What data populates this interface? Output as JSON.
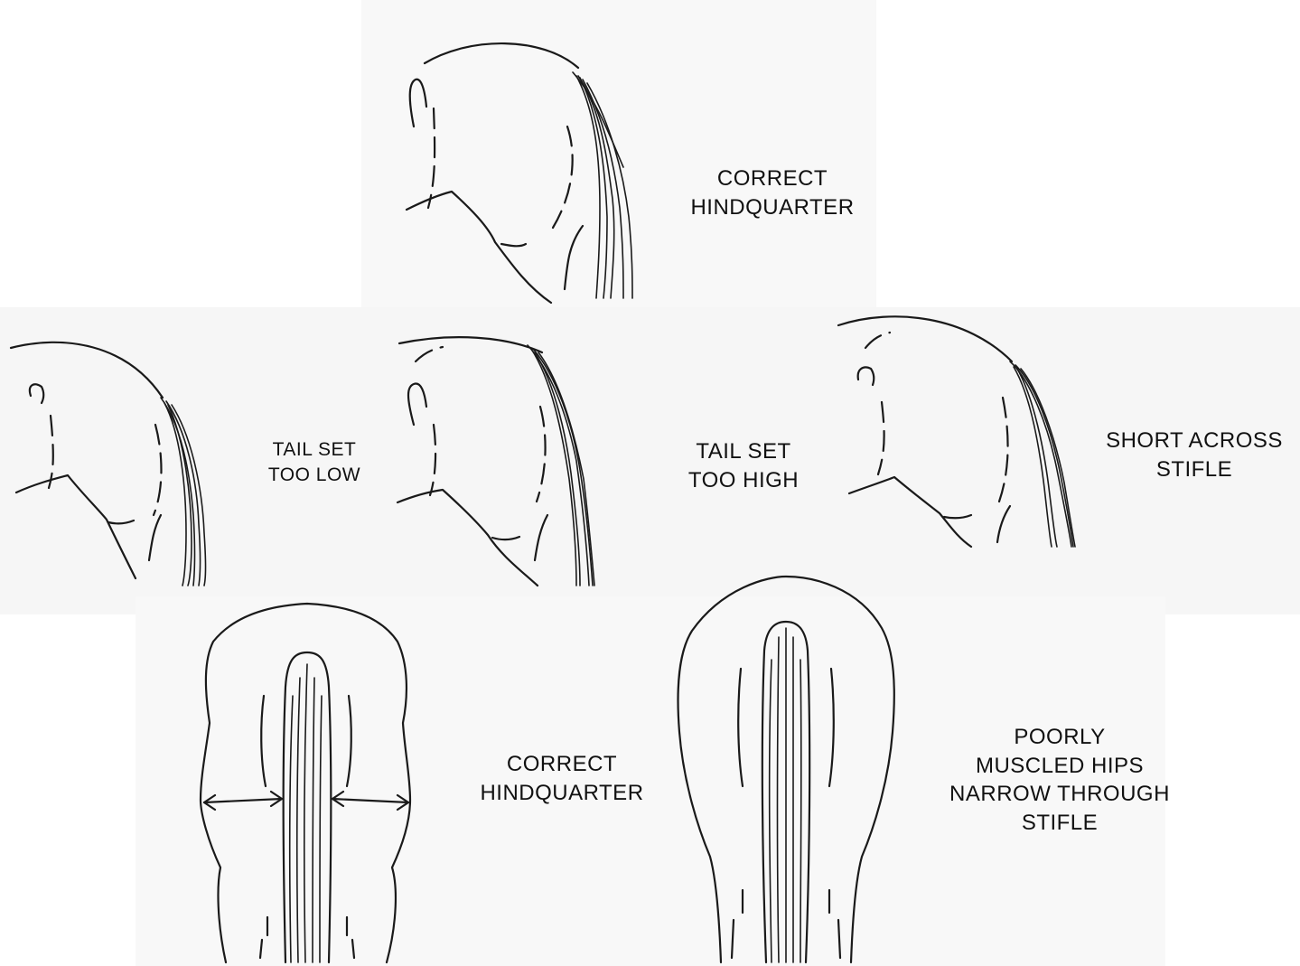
{
  "labels": {
    "correct_side": [
      "CORRECT",
      "HINDQUARTER"
    ],
    "tail_low": [
      "TAIL SET",
      "TOO LOW"
    ],
    "tail_high": [
      "TAIL SET",
      "TOO HIGH"
    ],
    "short_stifle": [
      "SHORT ACROSS",
      "STIFLE"
    ],
    "correct_rear": [
      "CORRECT",
      "HINDQUARTER"
    ],
    "poorly_muscled": [
      "POORLY",
      "MUSCLED HIPS",
      "NARROW THROUGH",
      "STIFLE"
    ]
  },
  "drawings": {
    "correct_side_view": "horse-hindquarter-side-correct",
    "tail_low_view": "horse-hindquarter-side-tail-low",
    "tail_high_view": "horse-hindquarter-side-tail-high",
    "short_stifle_view": "horse-hindquarter-side-short-stifle",
    "correct_rear_view": "horse-hindquarter-rear-correct",
    "poorly_muscled_view": "horse-hindquarter-rear-poor"
  },
  "colors": {
    "ink": "#1a1a1a",
    "paper": "#ffffff",
    "panel": "#f7f7f7"
  }
}
